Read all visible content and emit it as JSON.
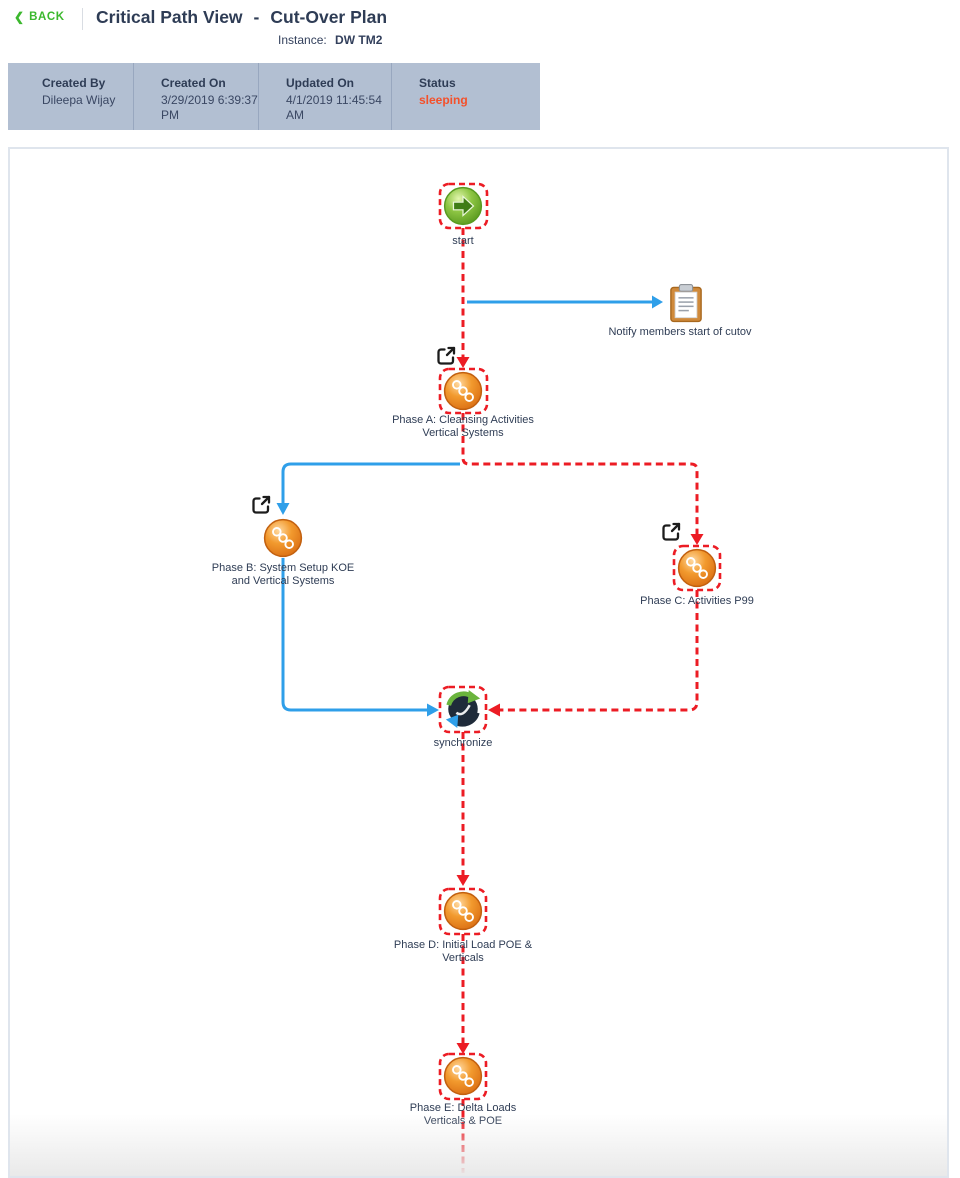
{
  "header": {
    "back_label": "BACK",
    "back_chevron": "❮",
    "title": "Critical Path View",
    "title_separator": "-",
    "subtitle": "Cut-Over Plan",
    "instance_label": "Instance:",
    "instance_value": "DW TM2"
  },
  "info_bar": {
    "fields": [
      {
        "label": "Created By",
        "value": "Dileepa Wijay"
      },
      {
        "label": "Created On",
        "value": "3/29/2019 6:39:37 PM"
      },
      {
        "label": "Updated On",
        "value": "4/1/2019 11:45:54 AM"
      },
      {
        "label": "Status",
        "value": "sleeping"
      }
    ]
  },
  "diagram": {
    "nodes": {
      "start": {
        "type": "start-icon",
        "label": "start"
      },
      "notify": {
        "type": "notification-clipboard-icon",
        "label": "Notify members start of cutov"
      },
      "phase_a": {
        "type": "subprocess-icon",
        "label_line1": "Phase A: Cleansing Activities",
        "label_line2": "Vertical Systems"
      },
      "phase_b": {
        "type": "subprocess-icon",
        "label_line1": "Phase B: System Setup KOE",
        "label_line2": "and Vertical Systems"
      },
      "phase_c": {
        "type": "subprocess-icon",
        "label_line1": "Phase C: Activities P99"
      },
      "synchronize": {
        "type": "synchronize-icon",
        "label": "synchronize"
      },
      "phase_d": {
        "type": "subprocess-icon",
        "label_line1": "Phase D: Initial Load POE &",
        "label_line2": "Verticals"
      },
      "phase_e": {
        "type": "subprocess-icon",
        "label_line1": "Phase E: Delta Loads",
        "label_line2": "Verticals & POE"
      }
    }
  },
  "colors": {
    "critical_path_red": "#ec1c24",
    "flow_blue": "#2f9fe9",
    "status_sleeping": "#f4502a",
    "back_green": "#3cb82e",
    "info_bar_bg": "#b2bfd2",
    "title_navy": "#2e3c55"
  }
}
